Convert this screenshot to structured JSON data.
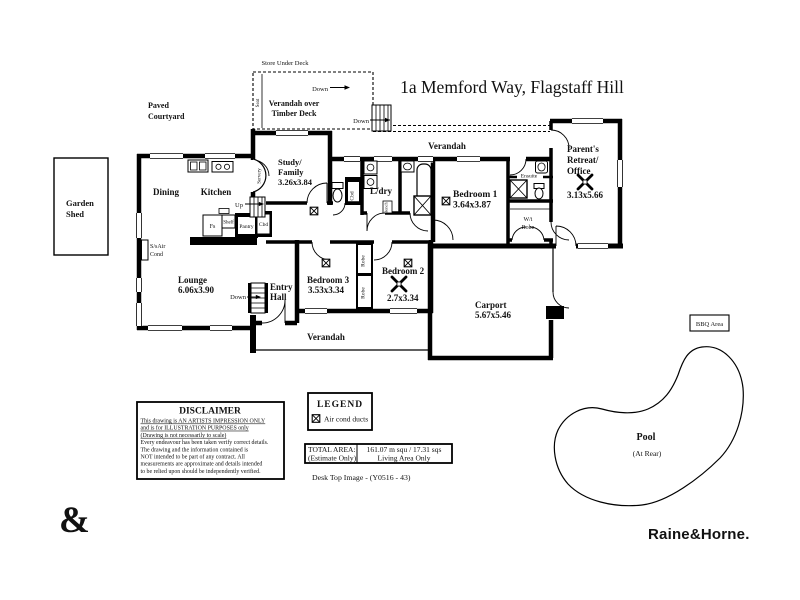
{
  "header": {
    "title": "1a Memford Way, Flagstaff Hill"
  },
  "plan": {
    "deck": {
      "store": "Store Under Deck",
      "verandah_line1": "Verandah over",
      "verandah_line2": "Timber Deck",
      "seat": "Seat",
      "down_top": "Down",
      "down_stairs": "Down"
    },
    "outdoor": {
      "paved_line1": "Paved",
      "paved_line2": "Courtyard",
      "shed_line1": "Garden",
      "shed_line2": "Shed",
      "bbq": "BBQ Area",
      "pool": "Pool",
      "pool_note": "(At Rear)"
    },
    "rooms": {
      "dining": "Dining",
      "kitchen": "Kitchen",
      "study_line1": "Study/",
      "study_line2": "Family",
      "study_dim": "3.26x3.84",
      "ldry": "L/dry",
      "bed1": "Bedroom 1",
      "bed1_dim": "3.64x3.87",
      "bed2": "Bedroom 2",
      "bed2_dim": "2.7x3.34",
      "bed3": "Bedroom 3",
      "bed3_dim": "3.53x3.34",
      "lounge": "Lounge",
      "lounge_dim": "6.06x3.90",
      "entry_line1": "Entry",
      "entry_line2": "Hall",
      "carport": "Carport",
      "carport_dim": "5.67x5.46",
      "parents_line1": "Parent's",
      "parents_line2": "Retreat/",
      "parents_line3": "Office",
      "parents_dim": "3.13x5.66",
      "verandah_top": "Verandah",
      "verandah_bottom": "Verandah",
      "ensuite": "Ensuite",
      "wirobe_line1": "W/i",
      "wirobe_line2": "Robe"
    },
    "fixtures": {
      "servery": "Servery",
      "up": "Up",
      "down_entry": "Down",
      "fs": "Fs",
      "shelf": "Shelf",
      "pantry": "Pantry",
      "cbd_kitchen": "Cbd",
      "cbd_hall": "Cbd",
      "bench": "Bench",
      "robe_top": "Robe",
      "robe_bottom": "Robe",
      "ssair_line1": "S/sAir",
      "ssair_line2": "Cond"
    }
  },
  "legend": {
    "title": "LEGEND",
    "duct_label": "Air cond ducts"
  },
  "total_area": {
    "label_line1": "TOTAL AREA:",
    "label_line2": "(Estimate Only)",
    "value_line1": "161.07 m squ / 17.31 sqs",
    "value_line2": "Living Area Only"
  },
  "disclaimer": {
    "title": "DISCLAIMER",
    "underlined_lines": [
      "This drawing is AN ARTISTS IMPRESSION ONLY",
      "and is for ILLUSTRATION PURPOSES only",
      "(Drawing is not necessarily to scale)"
    ],
    "lines": [
      "Every endeavour has been taken verify correct details.",
      "The drawing and the information contained is",
      "NOT intended to be part of any contract.  All",
      "measurements are approximate and details intended",
      "to be relied upon should be independently verified."
    ]
  },
  "footer": {
    "note": "Desk Top Image - (Y0516 - 43)"
  },
  "branding": {
    "ampersand": "&",
    "logo": "Raine&Horne.",
    "gold": "#EDAA1E"
  }
}
